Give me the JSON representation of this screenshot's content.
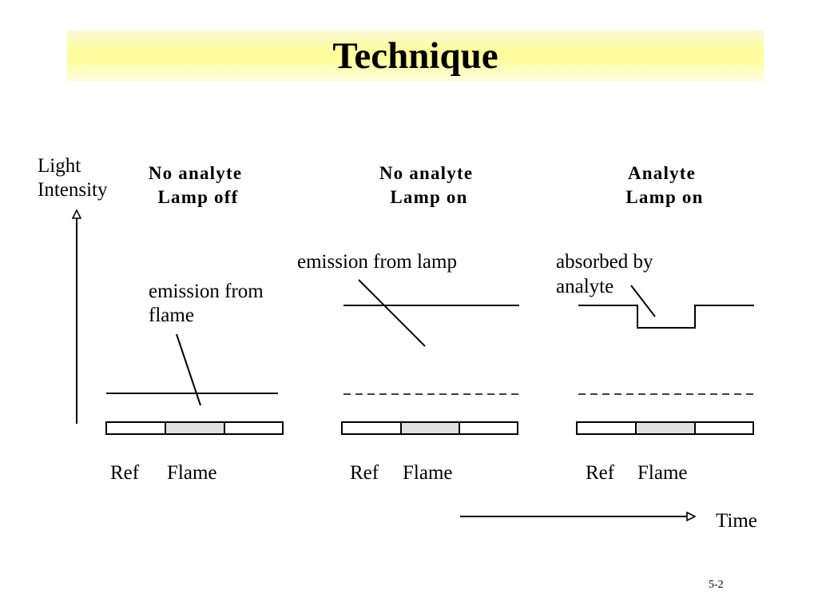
{
  "title": "Technique",
  "y_axis_label": [
    "Light",
    "Intensity"
  ],
  "time_label": "Time",
  "page_number": "5-2",
  "colors": {
    "title_band": "#fffe9c",
    "flame_cell": "#e0e0e0",
    "ink": "#000000"
  },
  "panels": [
    {
      "header": [
        "No analyte",
        "Lamp off"
      ],
      "annotation": [
        "emission from",
        "flame"
      ],
      "bar_labels": {
        "ref": "Ref",
        "flame": "Flame"
      }
    },
    {
      "header": [
        "No analyte",
        "Lamp on"
      ],
      "annotation": [
        "emission from lamp"
      ],
      "bar_labels": {
        "ref": "Ref",
        "flame": "Flame"
      }
    },
    {
      "header": [
        "Analyte",
        "Lamp on"
      ],
      "annotation": [
        "absorbed by",
        "analyte"
      ],
      "bar_labels": {
        "ref": "Ref",
        "flame": "Flame"
      }
    }
  ]
}
